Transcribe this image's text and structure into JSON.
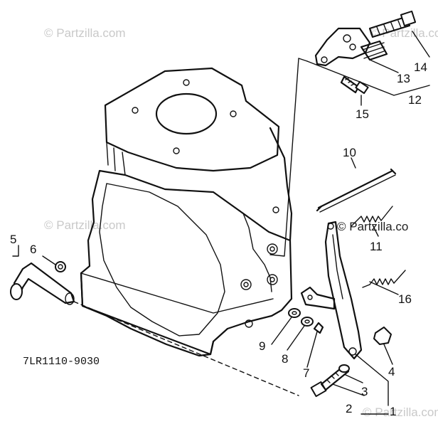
{
  "diagram_code": "7LR1110-9030",
  "watermarks": [
    "© Partzilla.com",
    "© Partzilla.com",
    "© Partzilla.com",
    "© Partzilla.com",
    "© Partzilla.co"
  ],
  "callouts": {
    "c1": "1",
    "c2": "2",
    "c3": "3",
    "c4": "4",
    "c5": "5",
    "c6": "6",
    "c7": "7",
    "c8": "8",
    "c9": "9",
    "c10": "10",
    "c11": "11",
    "c12": "12",
    "c13": "13",
    "c14": "14",
    "c15": "15",
    "c16": "16"
  },
  "colors": {
    "ink": "#111111",
    "watermark": "#c9c9c9",
    "background": "#ffffff"
  }
}
